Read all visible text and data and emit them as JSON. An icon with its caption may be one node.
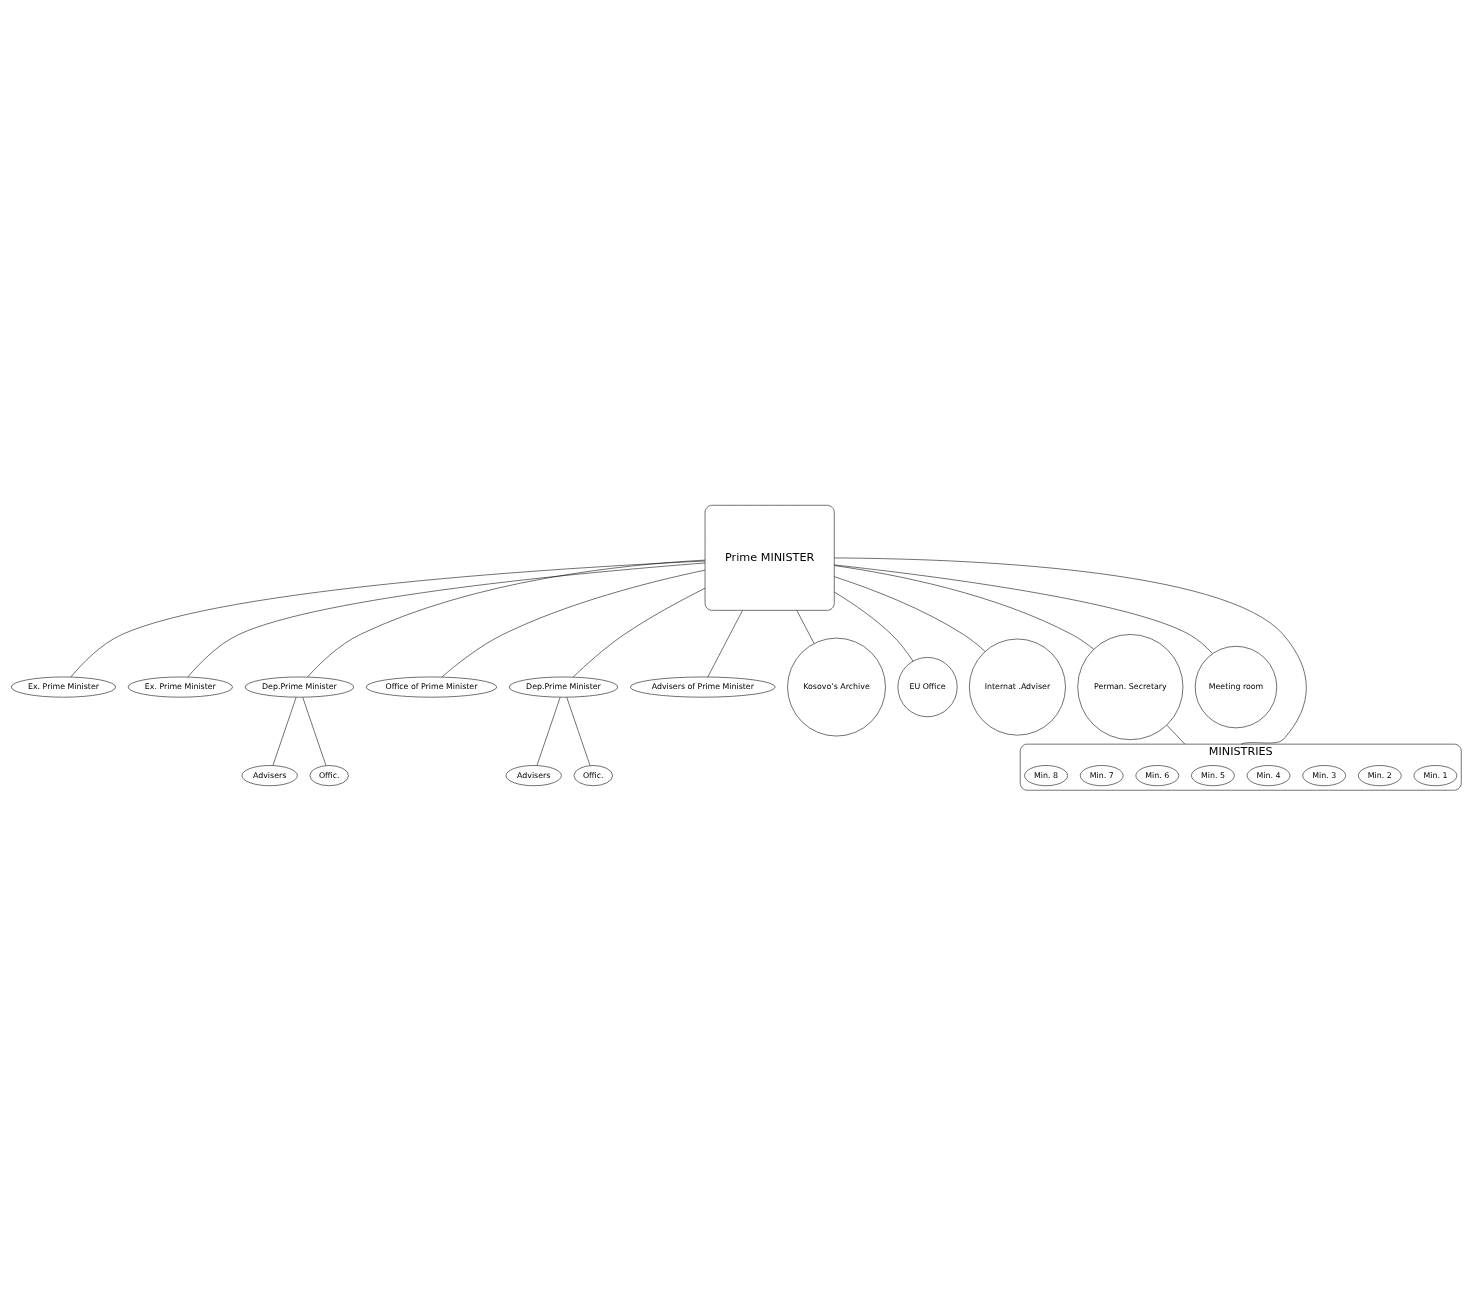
{
  "diagram": {
    "nodes": [
      {
        "text": [
          "Prime MINISTER"
        ]
      },
      {
        "text": [
          "Ex. Prime Minister"
        ]
      },
      {
        "text": [
          "Ex. Prime Minister"
        ]
      },
      {
        "text": [
          "Dep.Prime Minister"
        ]
      },
      {
        "text": [
          "Advisers"
        ]
      },
      {
        "text": [
          "Offic."
        ]
      },
      {
        "text": [
          "Office of Prime Minister"
        ]
      },
      {
        "text": [
          "Dep.Prime Minister"
        ]
      },
      {
        "text": [
          "Advisers"
        ]
      },
      {
        "text": [
          "Offic."
        ]
      },
      {
        "text": [
          "Advisers of Prime Minister"
        ]
      },
      {
        "text": [
          "Kosovo’s Archive"
        ]
      },
      {
        "text": [
          "EU Office"
        ]
      },
      {
        "text": [
          "Internat .Adviser"
        ]
      },
      {
        "text": [
          "Perman. Secretary"
        ]
      },
      {
        "text": [
          "Meeting room"
        ]
      },
      {
        "text": [
          "MINISTRIES"
        ]
      },
      {
        "text": [
          "Min. 1"
        ],
        "in": 16
      },
      {
        "text": [
          "Min. 2"
        ],
        "in": 16
      },
      {
        "text": [
          "Min. 3"
        ],
        "in": 16
      },
      {
        "text": [
          "Min. 4"
        ],
        "in": 16
      },
      {
        "text": [
          "Min. 5"
        ],
        "in": 16
      },
      {
        "text": [
          "Min. 6"
        ],
        "in": 16
      },
      {
        "text": [
          "Min. 7"
        ],
        "in": 16
      },
      {
        "text": [
          "Min. 8"
        ],
        "in": 16
      }
    ],
    "edges": [
      {
        "from": 0,
        "to": 1,
        "arrow": "none"
      },
      {
        "from": 0,
        "to": 2,
        "arrow": "none"
      },
      {
        "from": 0,
        "to": 3,
        "arrow": "none"
      },
      {
        "from": 3,
        "to": 4,
        "arrow": "none"
      },
      {
        "from": 3,
        "to": 5,
        "arrow": "none"
      },
      {
        "from": 0,
        "to": 6,
        "arrow": "none"
      },
      {
        "from": 0,
        "to": 7,
        "arrow": "none"
      },
      {
        "from": 7,
        "to": 8,
        "arrow": "none"
      },
      {
        "from": 7,
        "to": 9,
        "arrow": "none"
      },
      {
        "from": 0,
        "to": 10,
        "arrow": "none"
      },
      {
        "from": 0,
        "to": 11,
        "arrow": "none"
      },
      {
        "from": 0,
        "to": 12,
        "arrow": "none"
      },
      {
        "from": 0,
        "to": 13,
        "arrow": "none"
      },
      {
        "from": 0,
        "to": 14,
        "arrow": "none"
      },
      {
        "from": 0,
        "to": 15,
        "arrow": "none"
      },
      {
        "from": 0,
        "to": 16,
        "arrow": "none"
      },
      {
        "from": 14,
        "to": 16,
        "arrow": "none"
      }
    ]
  }
}
